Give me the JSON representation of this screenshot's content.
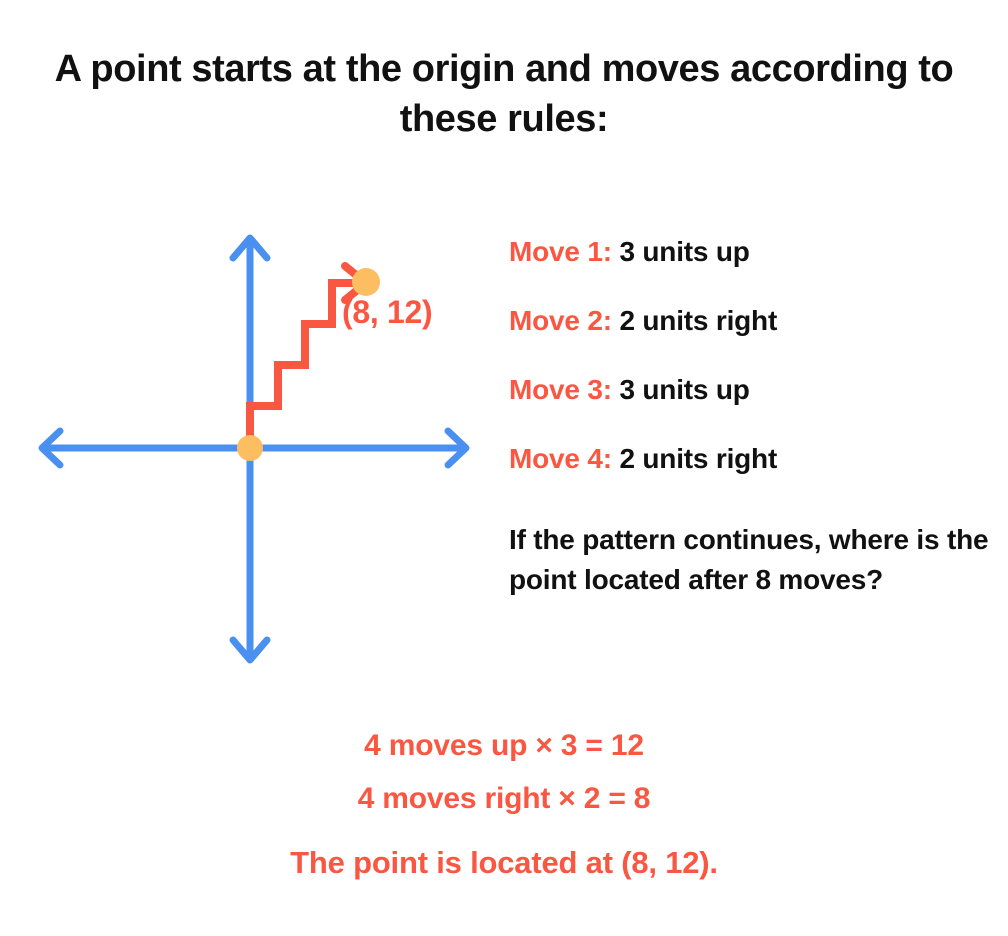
{
  "title": "A point starts at the origin and moves according to these rules:",
  "colors": {
    "axis_blue": "#4A90F0",
    "path_coral": "#FA5742",
    "dot_orange": "#FDBE62",
    "text_black": "#111111",
    "background": "#FFFFFF"
  },
  "graph": {
    "point_label": "(8, 12)",
    "origin_dot_name": "origin-point",
    "end_dot_name": "end-point",
    "x_axis_name": "x-axis",
    "y_axis_name": "y-axis",
    "path_name": "staircase-path"
  },
  "rules": [
    {
      "label": "Move 1:",
      "text": "3 units up"
    },
    {
      "label": "Move 2:",
      "text": "2 units right"
    },
    {
      "label": "Move 3:",
      "text": "3 units up"
    },
    {
      "label": "Move 4:",
      "text": "2 units right"
    }
  ],
  "question": "If the pattern continues, where is the point located after 8 moves?",
  "answer": {
    "calc_up": "4 moves up  × 3 = 12",
    "calc_right": "4 moves right  × 2 = 8",
    "conclusion": "The point is located at (8, 12)."
  },
  "chart_data": {
    "type": "line",
    "title": "A point starts at the origin and moves according to these rules:",
    "xlabel": "",
    "ylabel": "",
    "grid": false,
    "legend": "none",
    "annotations": [
      "(8, 12)"
    ],
    "series": [
      {
        "name": "staircase path",
        "points": [
          {
            "x": 0,
            "y": 0
          },
          {
            "x": 0,
            "y": 3
          },
          {
            "x": 2,
            "y": 3
          },
          {
            "x": 2,
            "y": 6
          },
          {
            "x": 4,
            "y": 6
          },
          {
            "x": 4,
            "y": 9
          },
          {
            "x": 6,
            "y": 9
          },
          {
            "x": 6,
            "y": 12
          },
          {
            "x": 8,
            "y": 12
          }
        ]
      }
    ],
    "markers": [
      {
        "label": "origin",
        "x": 0,
        "y": 0
      },
      {
        "label": "(8, 12)",
        "x": 8,
        "y": 12
      }
    ]
  }
}
